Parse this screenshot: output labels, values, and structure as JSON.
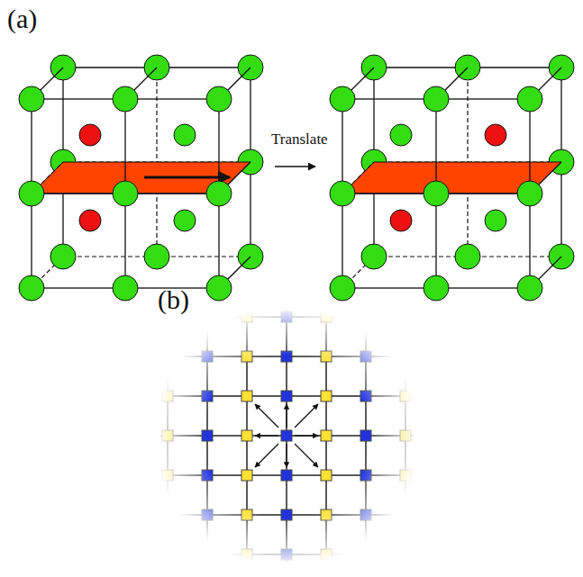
{
  "diagram": {
    "labels": [
      "(a)",
      "Translate",
      "(b)"
    ]
  }
}
